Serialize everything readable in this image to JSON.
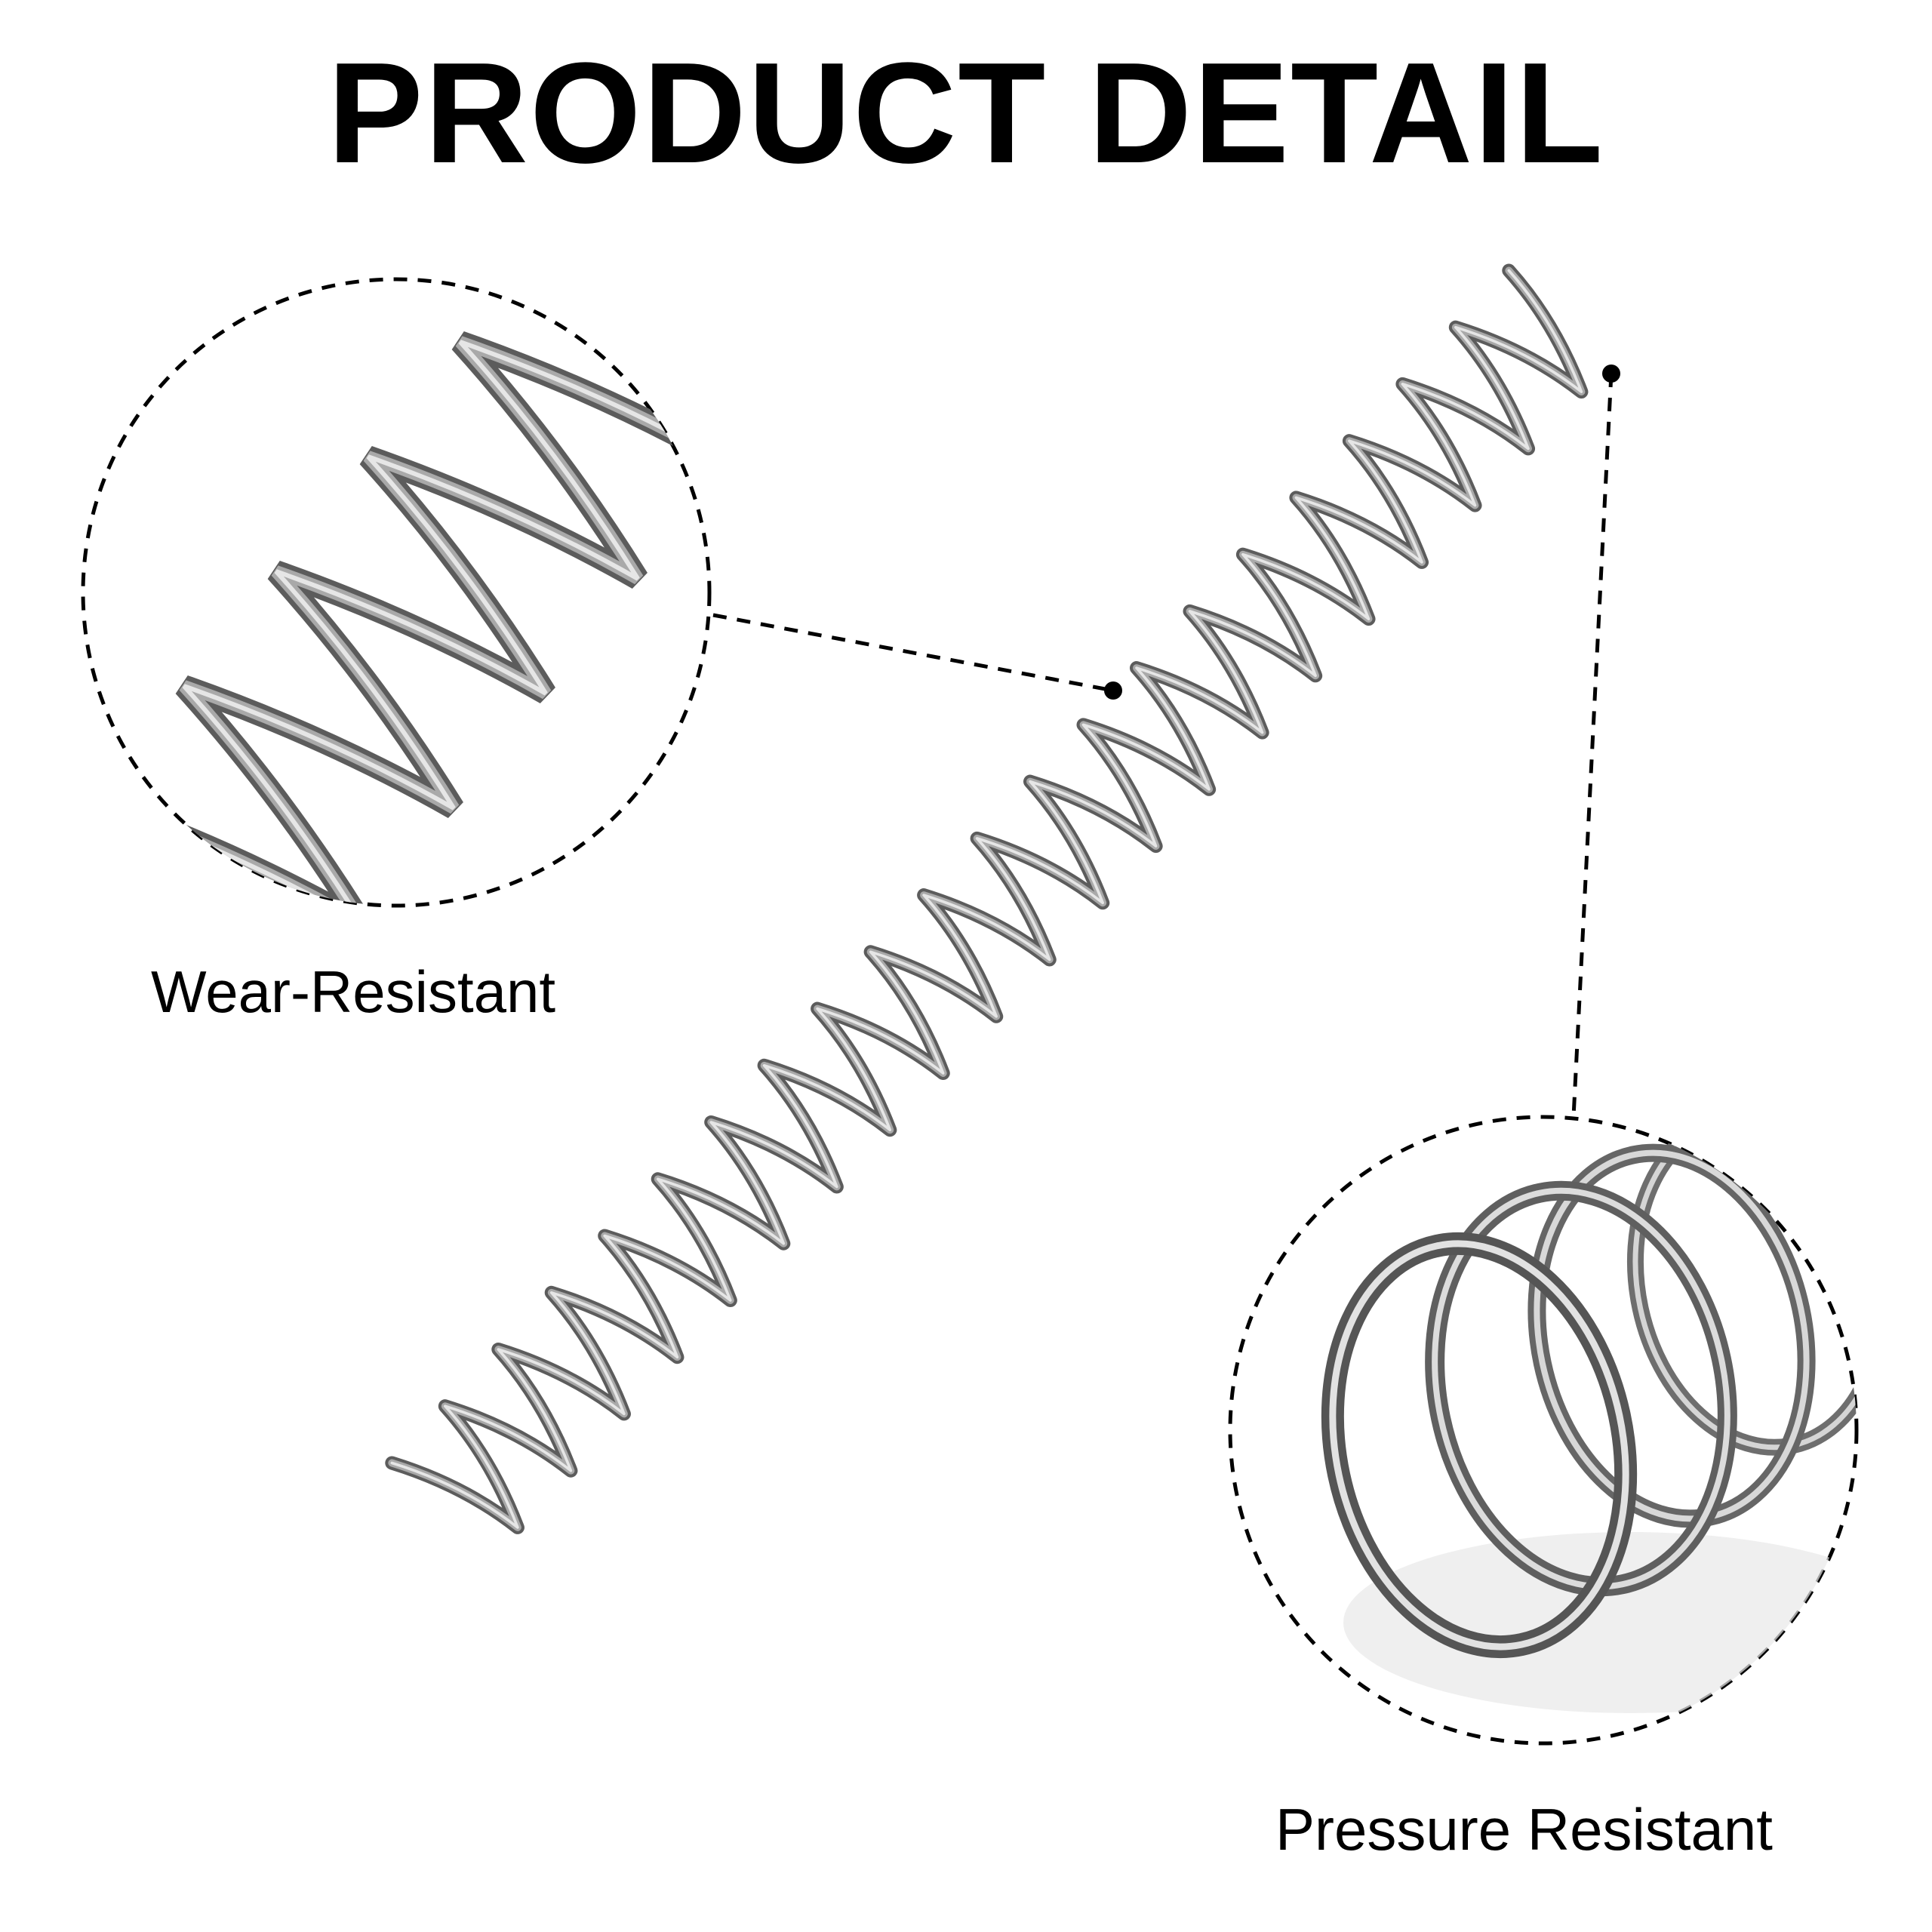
{
  "title": "PRODUCT DETAIL",
  "callouts": {
    "wear": {
      "label": "Wear-Resistant",
      "icon": "spring-closeup-side-icon"
    },
    "pressure": {
      "label": "Pressure Resistant",
      "icon": "spring-closeup-end-icon"
    }
  },
  "product": {
    "icon": "compression-spring-icon",
    "color": "#8a8a8a"
  }
}
